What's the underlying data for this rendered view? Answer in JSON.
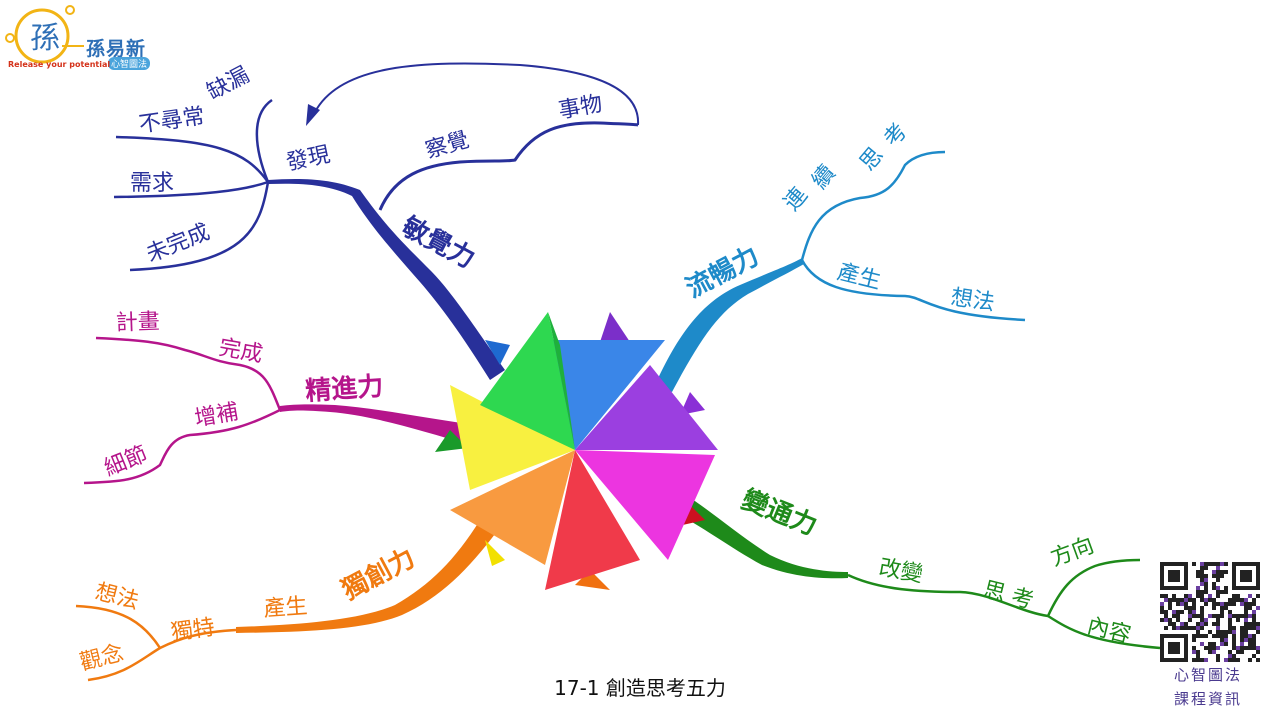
{
  "logo": {
    "name": "孫易新",
    "subtitle": "心智圖法",
    "tagline": "Release your potential"
  },
  "caption": "17-1 創造思考五力",
  "qr": {
    "line1": "心智圖法",
    "line2": "課程資訊"
  },
  "branches": {
    "sensitivity": {
      "label": "敏覺力",
      "color": "#28309a",
      "discover": "發現",
      "discover_items": [
        "缺漏",
        "不尋常",
        "需求",
        "未完成"
      ],
      "perceive": "察覺",
      "thing": "事物"
    },
    "fluency": {
      "label": "流暢力",
      "color": "#1e8ac9",
      "continuous": [
        "連",
        "續"
      ],
      "thinking": [
        "思",
        "考"
      ],
      "produce": "產生",
      "ideas": "想法"
    },
    "elaboration": {
      "label": "精進力",
      "color": "#b5158b",
      "complete": "完成",
      "plan": "計畫",
      "supplement": "增補",
      "details": "細節"
    },
    "originality": {
      "label": "獨創力",
      "color": "#f07a10",
      "produce": "產生",
      "unique": "獨特",
      "ideas": "想法",
      "concepts": "觀念"
    },
    "flexibility": {
      "label": "變通力",
      "color": "#1e8a1a",
      "change": "改變",
      "thinking": "思 考",
      "direction": "方向",
      "content": "內容"
    }
  }
}
